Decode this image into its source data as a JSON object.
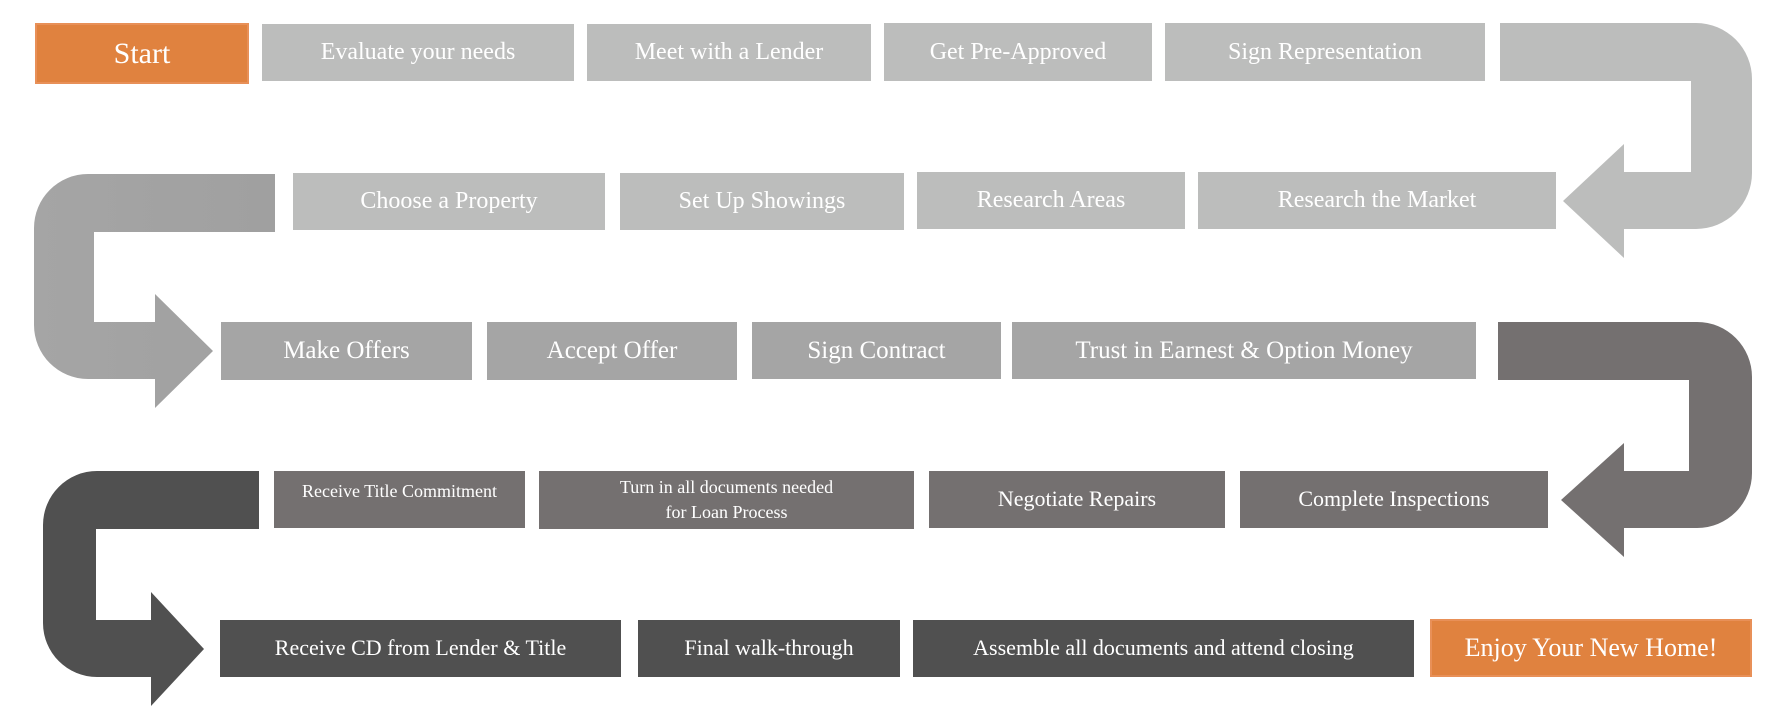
{
  "colors": {
    "accent": "#E0823F",
    "row1": "#BCBDBC",
    "row2": "#BCBDBC",
    "row3": "#A5A5A5",
    "row4": "#747070",
    "row5": "#505050"
  },
  "rows": [
    {
      "steps": [
        "Start",
        "Evaluate your needs",
        "Meet with a Lender",
        "Get Pre-Approved",
        "Sign Representation"
      ]
    },
    {
      "steps": [
        "Research the Market",
        "Research Areas",
        "Set Up Showings",
        "Choose a Property"
      ]
    },
    {
      "steps": [
        "Make Offers",
        "Accept Offer",
        "Sign Contract",
        "Trust in Earnest & Option Money"
      ]
    },
    {
      "steps": [
        "Complete Inspections",
        "Negotiate Repairs",
        "Turn in all documents needed for Loan Process",
        "Receive Title Commitment"
      ]
    },
    {
      "steps": [
        "Receive CD from Lender & Title",
        "Final walk-through",
        "Assemble all documents and attend closing",
        "Enjoy Your New Home!"
      ]
    }
  ]
}
